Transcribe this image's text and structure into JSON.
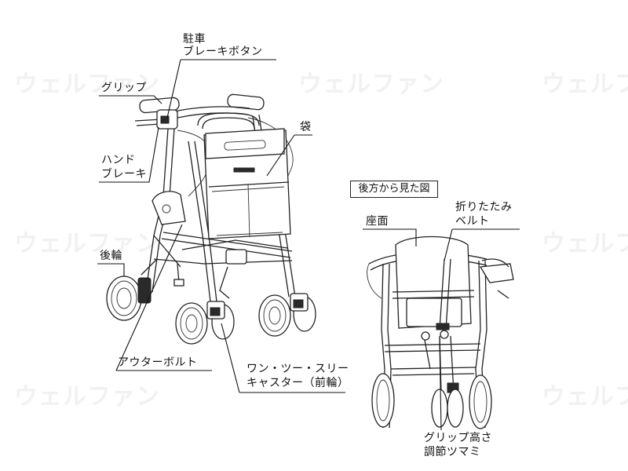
{
  "watermark": "ウェルファン",
  "inset_title": "後方から見た図",
  "labels": {
    "parking_brake": [
      "駐車",
      "ブレーキボタン"
    ],
    "grip": "グリップ",
    "hand_brake": [
      "ハンド",
      "ブレーキ"
    ],
    "bag": "袋",
    "rear_wheel": "後輪",
    "outer_bolt": "アウターボルト",
    "caster": [
      "ワン・ツー・スリー",
      "キャスター（前輪）"
    ],
    "seat": "座面",
    "folding_belt": [
      "折りたたみ",
      "ベルト"
    ],
    "grip_knob": [
      "グリップ高さ",
      "調節ツマミ"
    ]
  },
  "colors": {
    "line": "#222222",
    "watermark": "#f1f1f1"
  }
}
